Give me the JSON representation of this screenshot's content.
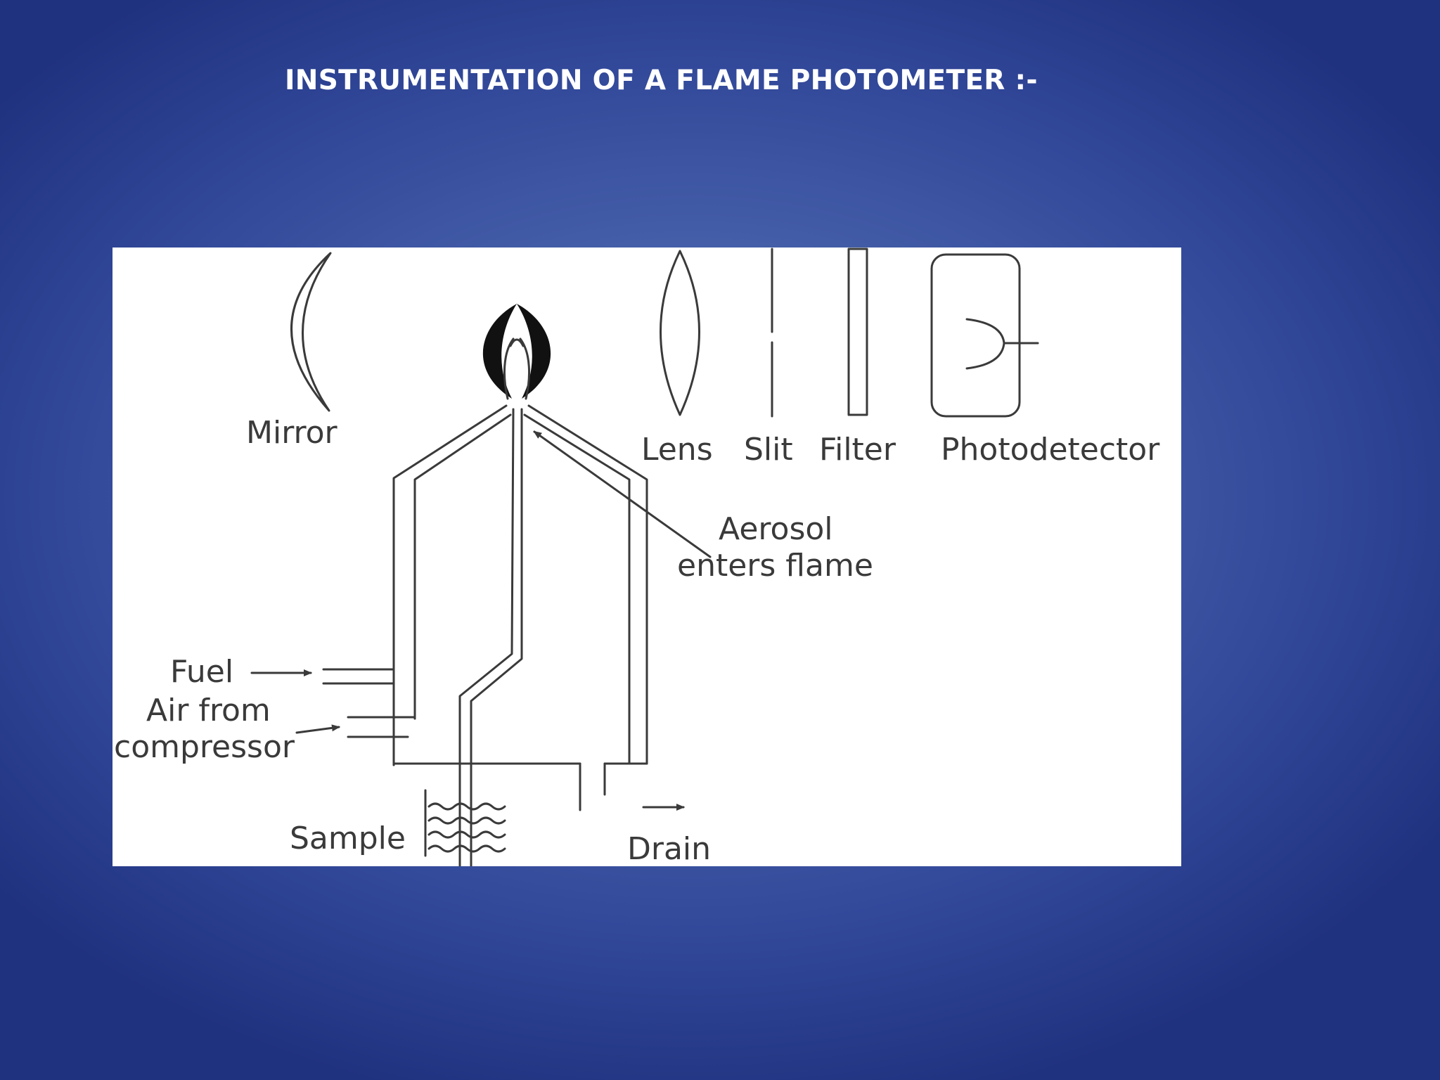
{
  "slide": {
    "title": "INSTRUMENTATION OF A FLAME PHOTOMETER :-"
  },
  "diagram": {
    "labels": {
      "mirror": "Mirror",
      "lens": "Lens",
      "slit": "Slit",
      "filter": "Filter",
      "photodetector": "Photodetector",
      "aerosol_line1": "Aerosol",
      "aerosol_line2": "enters flame",
      "fuel": "Fuel",
      "air_line1": "Air from",
      "air_line2": "compressor",
      "sample": "Sample",
      "drain": "Drain"
    }
  }
}
